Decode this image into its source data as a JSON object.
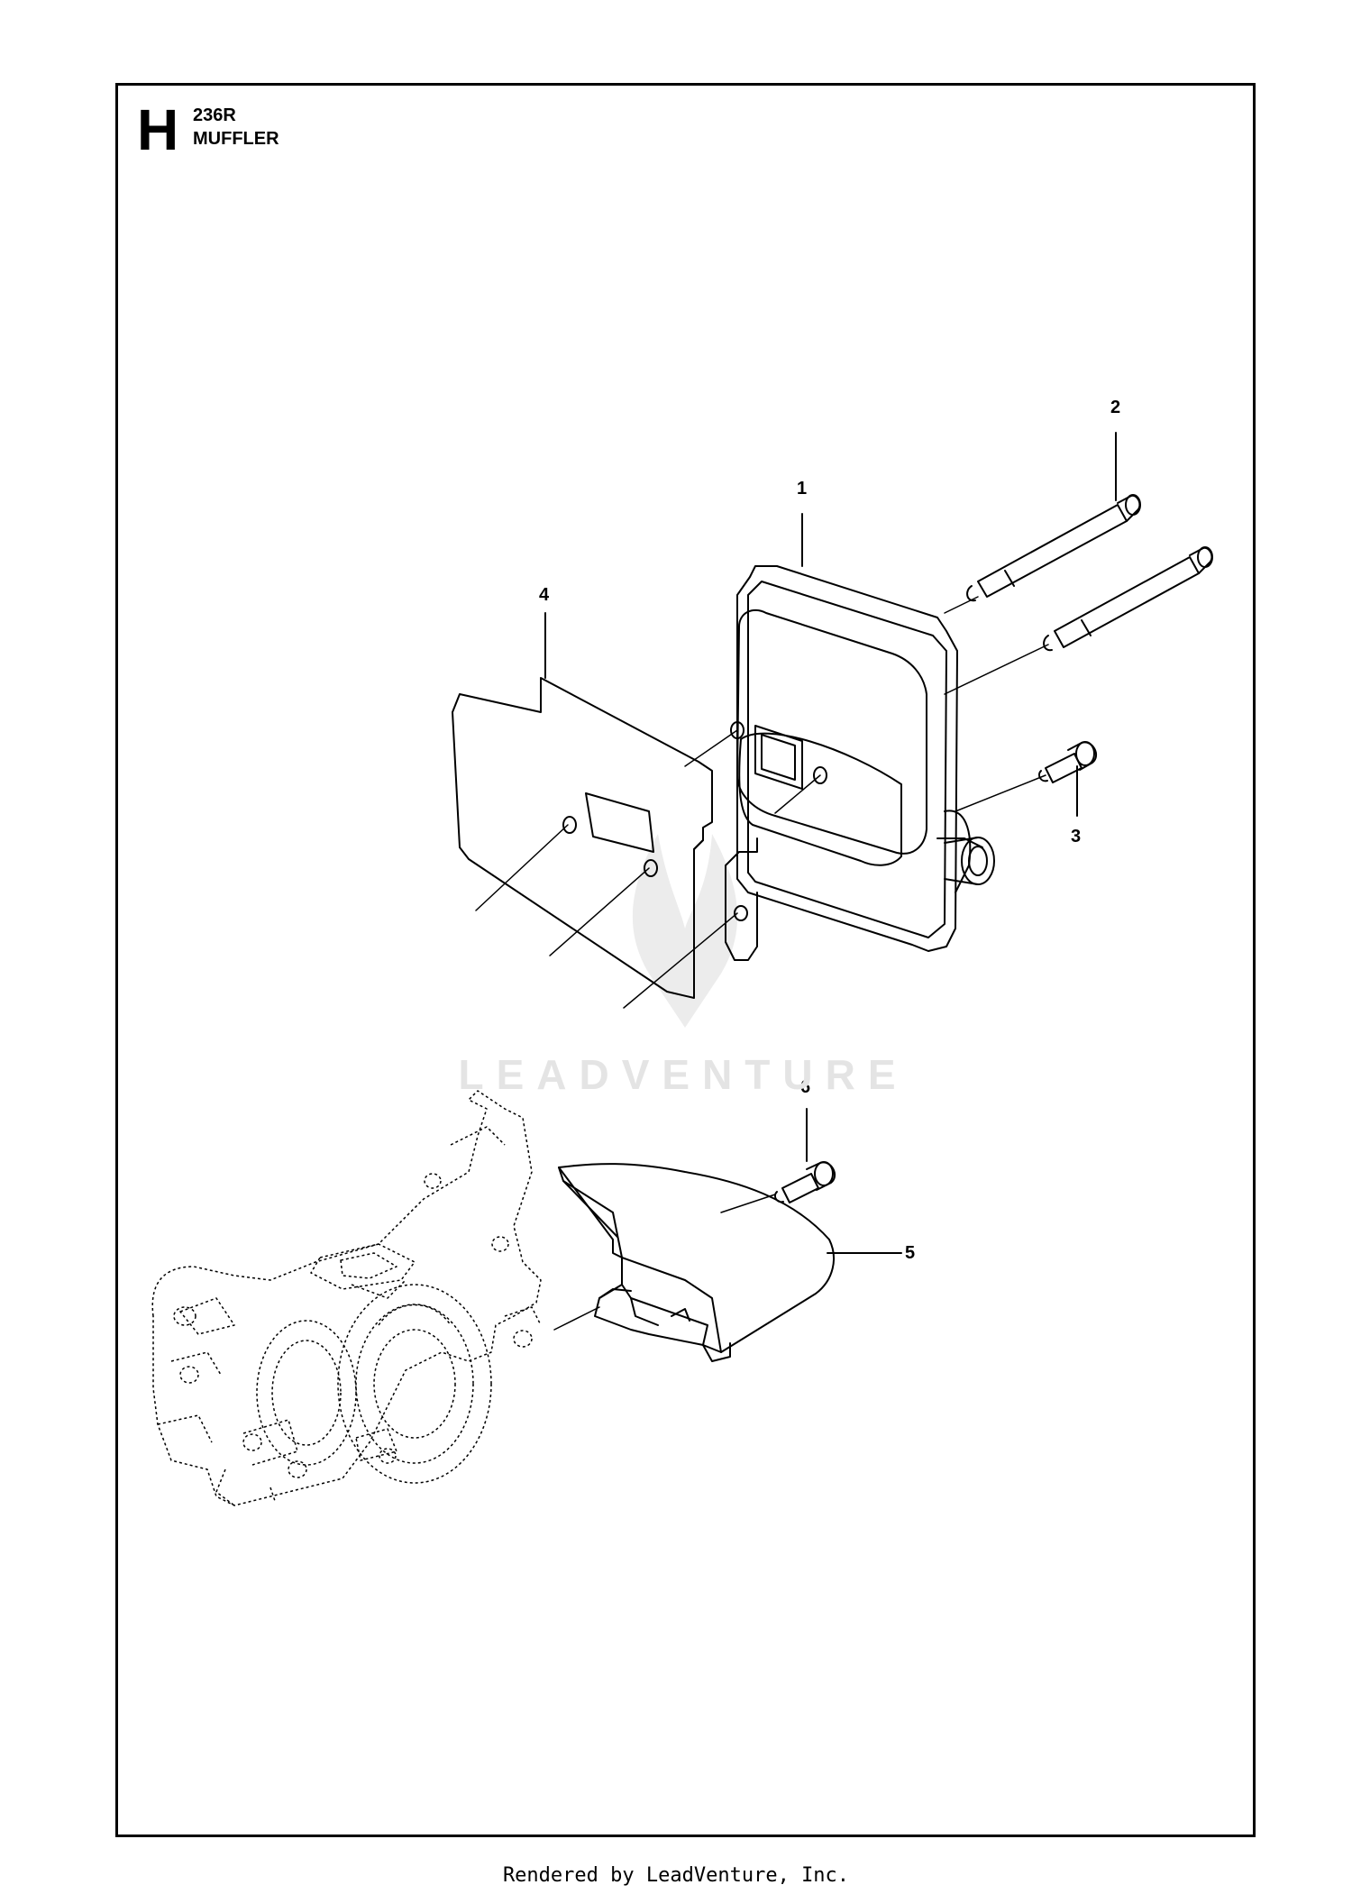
{
  "header": {
    "section_letter": "H",
    "model": "236R",
    "title": "MUFFLER"
  },
  "callouts": [
    {
      "id": "callout-1",
      "label": "1"
    },
    {
      "id": "callout-2",
      "label": "2"
    },
    {
      "id": "callout-3",
      "label": "3"
    },
    {
      "id": "callout-4",
      "label": "4"
    },
    {
      "id": "callout-5",
      "label": "5"
    },
    {
      "id": "callout-6",
      "label": "6"
    }
  ],
  "watermark": "LEADVENTURE",
  "footer": "Rendered by LeadVenture, Inc."
}
